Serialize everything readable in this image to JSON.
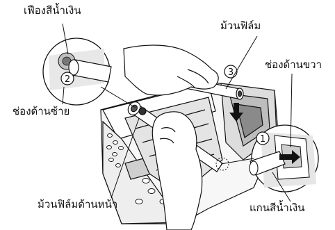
{
  "labels": {
    "blue_gear": "เฟืองสีน้ำเงิน",
    "film_roll": "ม้วนฟิล์ม",
    "right_slot": "ช่องด้านขวา",
    "left_slot": "ช่องด้านซ้าย",
    "front_film_roll": "ม้วนฟิล์มด้านหน้า",
    "blue_core": "แกนสีน้ำเงิน"
  },
  "steps": [
    "1",
    "2",
    "3"
  ],
  "colors": {
    "line": "#111111",
    "shade": "#d8d8d8",
    "dark": "#2a2a2a"
  }
}
